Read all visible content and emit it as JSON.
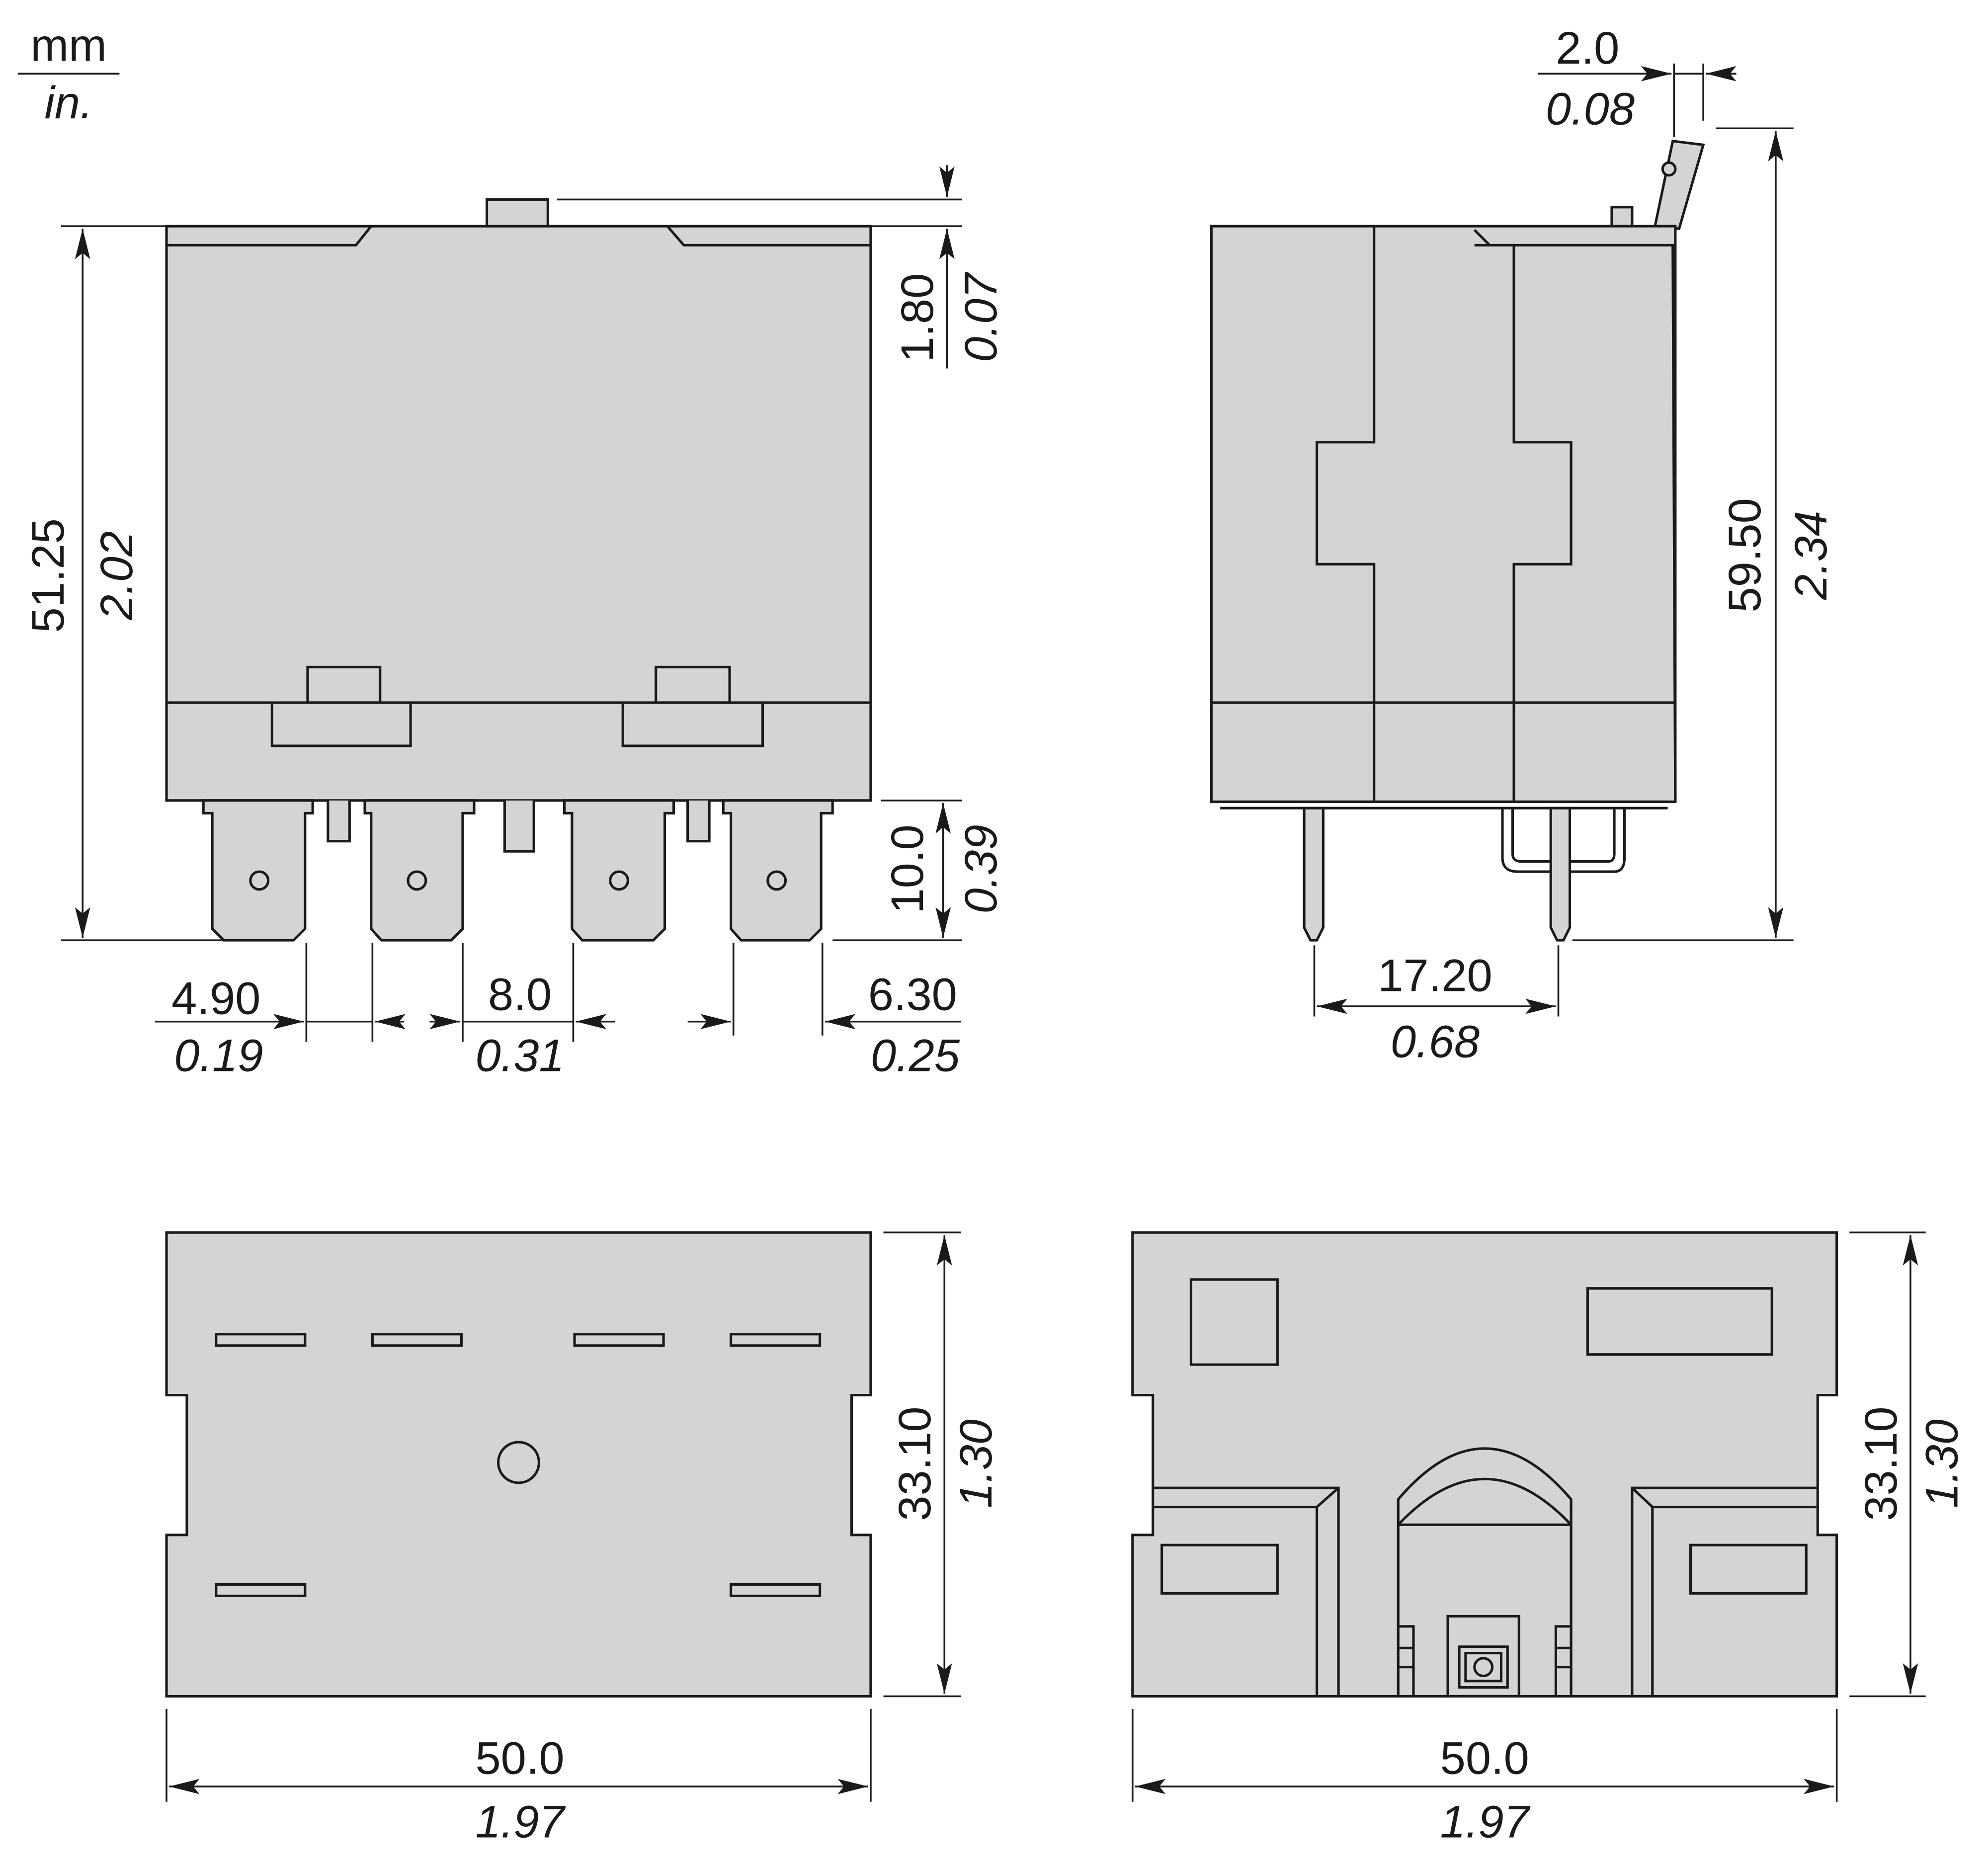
{
  "units": {
    "metric": "mm",
    "imperial": "in."
  },
  "colors": {
    "body": "#d3d4d6",
    "line": "#1a1a1a",
    "background": "#ffffff"
  },
  "front_view": {
    "height": {
      "mm": "51.25",
      "in": "2.02"
    },
    "top_protrusion": {
      "mm": "1.80",
      "in": "0.07"
    },
    "terminal_length": {
      "mm": "10.0",
      "in": "0.39"
    },
    "left_terminal_width": {
      "mm": "4.90",
      "in": "0.19"
    },
    "terminal_pitch": {
      "mm": "8.0",
      "in": "0.31"
    },
    "right_terminal_width": {
      "mm": "6.30",
      "in": "0.25"
    }
  },
  "side_view": {
    "tab_width": {
      "mm": "2.0",
      "in": "0.08"
    },
    "height": {
      "mm": "59.50",
      "in": "2.34"
    },
    "pin_spacing": {
      "mm": "17.20",
      "in": "0.68"
    }
  },
  "top_view": {
    "depth": {
      "mm": "33.10",
      "in": "1.30"
    },
    "width": {
      "mm": "50.0",
      "in": "1.97"
    }
  },
  "bottom_view": {
    "depth": {
      "mm": "33.10",
      "in": "1.30"
    },
    "width": {
      "mm": "50.0",
      "in": "1.97"
    }
  }
}
